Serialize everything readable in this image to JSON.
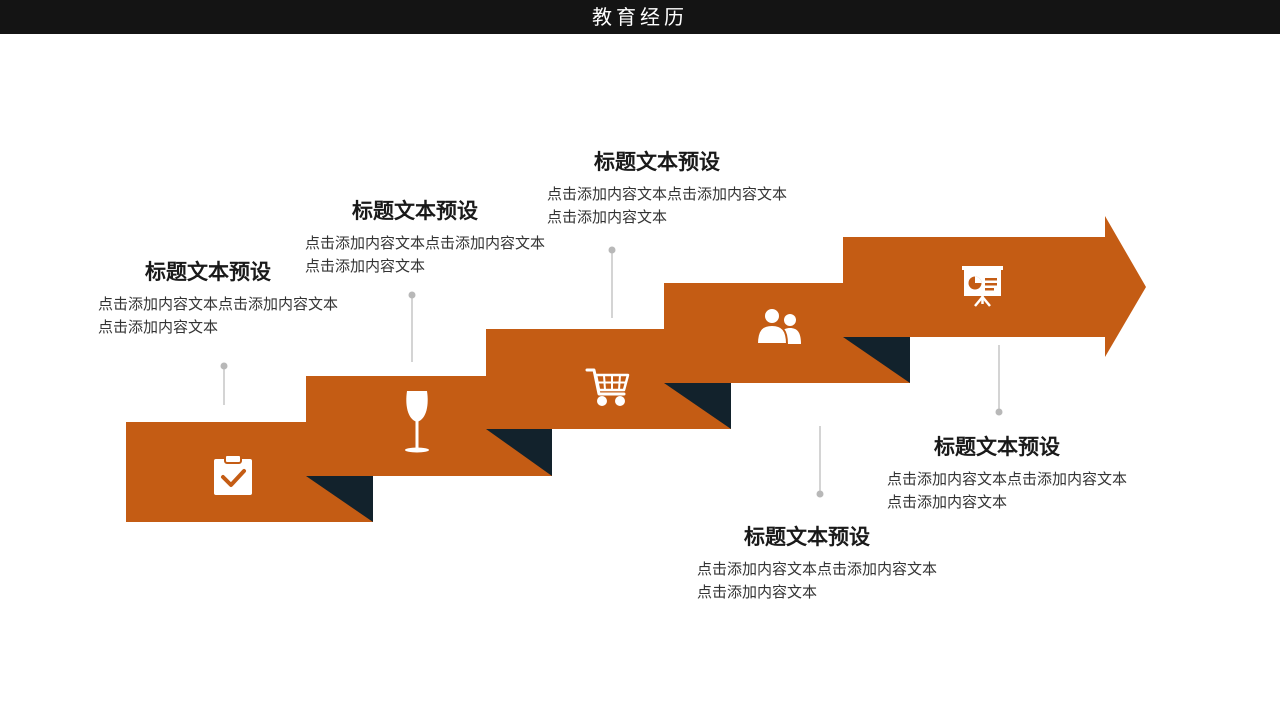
{
  "header": {
    "title": "教育经历"
  },
  "colors": {
    "accent": "#c45c14",
    "dark": "#12222c",
    "header_bg": "#141414",
    "connector": "#b8b8b8"
  },
  "steps": [
    {
      "icon": "clipboard-check-icon",
      "title": "标题文本预设",
      "desc": "点击添加内容文本点击添加内容文本点击添加内容文本"
    },
    {
      "icon": "wine-glass-icon",
      "title": "标题文本预设",
      "desc": "点击添加内容文本点击添加内容文本点击添加内容文本"
    },
    {
      "icon": "shopping-cart-icon",
      "title": "标题文本预设",
      "desc": "点击添加内容文本点击添加内容文本点击添加内容文本"
    },
    {
      "icon": "users-icon",
      "title": "标题文本预设",
      "desc": "点击添加内容文本点击添加内容文本点击添加内容文本"
    },
    {
      "icon": "presentation-board-icon",
      "title": "标题文本预设",
      "desc": "点击添加内容文本点击添加内容文本点击添加内容文本"
    }
  ]
}
